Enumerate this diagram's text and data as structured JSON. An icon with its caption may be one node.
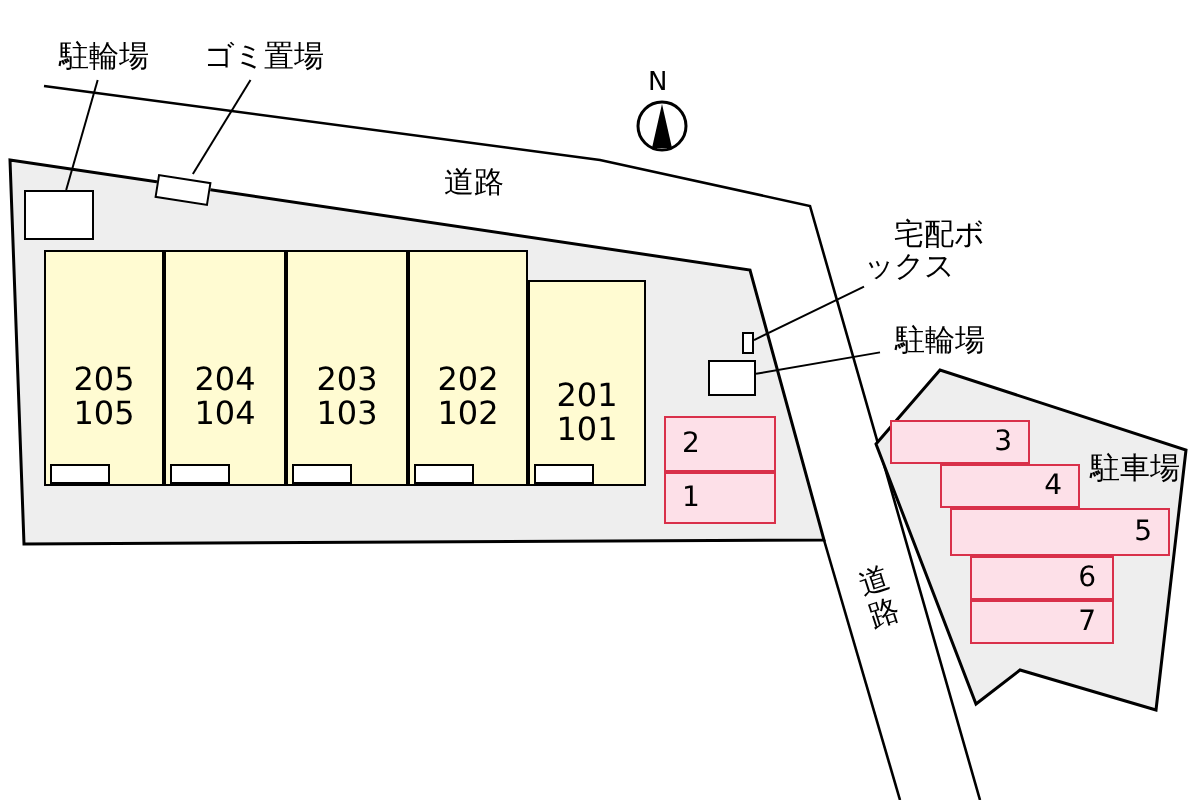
{
  "diagram": {
    "nodes": [
      {
        "text": [
          "駐輪場"
        ]
      },
      {
        "text": [],
        "shape": "box"
      },
      {
        "text": [
          "ゴミ置場"
        ]
      },
      {
        "text": [],
        "shape": "box"
      },
      {
        "text": [
          "205",
          "105"
        ]
      },
      {
        "text": [
          "204",
          "104"
        ]
      },
      {
        "text": [
          "203",
          "103"
        ]
      },
      {
        "text": [
          "202",
          "102"
        ]
      },
      {
        "text": [
          "201",
          "101"
        ]
      },
      {
        "text": [
          "宅配ボックス"
        ]
      },
      {
        "text": [],
        "shape": "box"
      },
      {
        "text": [
          "駐輪場"
        ]
      },
      {
        "text": [],
        "shape": "box"
      },
      {
        "text": [
          "2"
        ]
      },
      {
        "text": [
          "1"
        ]
      },
      {
        "text": [
          "駐車場"
        ]
      },
      {
        "text": [
          "3"
        ],
        "in": 15
      },
      {
        "text": [
          "4"
        ],
        "in": 15
      },
      {
        "text": [
          "5"
        ],
        "in": 15
      },
      {
        "text": [
          "6"
        ],
        "in": 15
      },
      {
        "text": [
          "7"
        ],
        "in": 15
      }
    ],
    "edges": [
      {
        "from": 0,
        "to": 1,
        "arrow": "none"
      },
      {
        "from": 2,
        "to": 3,
        "arrow": "none"
      },
      {
        "from": 9,
        "to": 10,
        "arrow": "none"
      },
      {
        "from": 11,
        "to": 12,
        "arrow": "none"
      }
    ],
    "labels": [
      "N",
      "道路",
      "道路"
    ]
  }
}
